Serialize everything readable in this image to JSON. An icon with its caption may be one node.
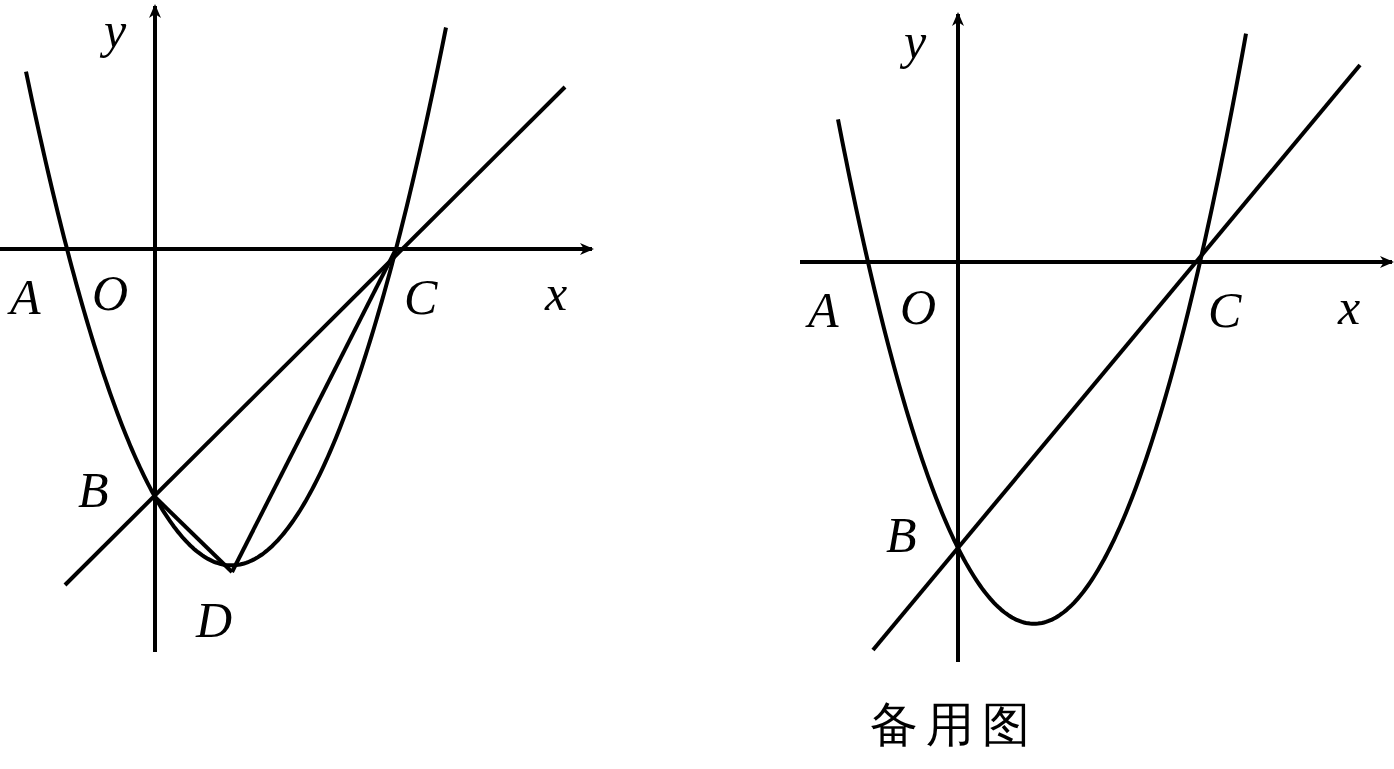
{
  "diagram": {
    "labels": [
      "y",
      "A",
      "O",
      "C",
      "x",
      "B",
      "D",
      "y",
      "A",
      "O",
      "C",
      "x",
      "B",
      "备用图"
    ]
  }
}
